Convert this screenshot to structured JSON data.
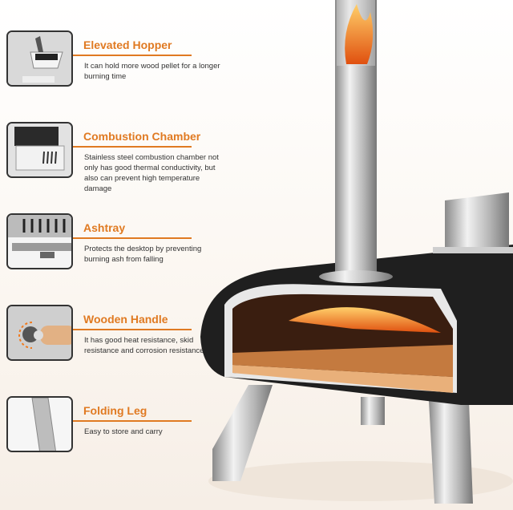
{
  "features": [
    {
      "title": "Elevated Hopper",
      "description": "It can hold more wood pellet for a longer burning time",
      "icon": "hopper-icon"
    },
    {
      "title": "Combustion Chamber",
      "description": "Stainless steel combustion chamber not only has good thermal conductivity, but also can prevent high temperature damage",
      "icon": "combustion-chamber-icon"
    },
    {
      "title": "Ashtray",
      "description": "Protects the desktop by preventing burning ash from falling",
      "icon": "ashtray-icon"
    },
    {
      "title": "Wooden Handle",
      "description": "It has good heat resistance, skid resistance and corrosion resistance",
      "icon": "wooden-handle-icon"
    },
    {
      "title": "Folding Leg",
      "description": "Easy to store and carry",
      "icon": "folding-leg-icon"
    }
  ],
  "colors": {
    "accent": "#e07a22",
    "oven_body": "#1f1f1f",
    "steel": "#c8c8c8"
  }
}
